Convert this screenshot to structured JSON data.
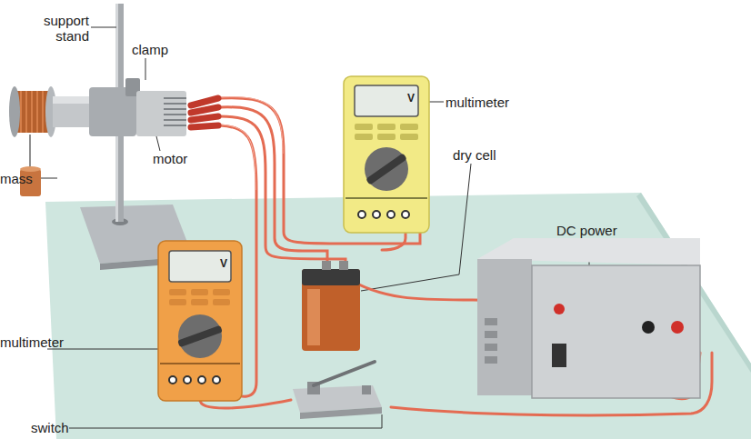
{
  "diagram": {
    "labels": [
      "support stand",
      "clamp",
      "motor",
      "mass",
      "multimeter",
      "dry cell",
      "DC power",
      "multimeter",
      "switch",
      "V",
      "V"
    ]
  }
}
